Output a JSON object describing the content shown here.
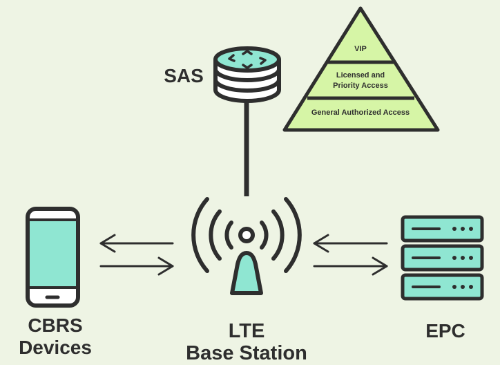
{
  "labels": {
    "sas": "SAS",
    "cbrs_line1": "CBRS",
    "cbrs_line2": "Devices",
    "lte_line1": "LTE",
    "lte_line2": "Base Station",
    "epc": "EPC"
  },
  "pyramid": {
    "tier1": "VIP",
    "tier2_line1": "Licensed and",
    "tier2_line2": "Priority Access",
    "tier3": "General Authorized Access"
  },
  "icons": {
    "sas": "database-icon",
    "tower": "antenna-tower-icon",
    "phone": "smartphone-icon",
    "epc": "server-rack-icon",
    "arrows": "bidirectional-arrows-icon"
  },
  "colors": {
    "background": "#eef4e4",
    "stroke": "#2e2e2e",
    "teal": "#8fe6d2",
    "pyramid_fill": "#d6f5a6",
    "white": "#ffffff"
  }
}
